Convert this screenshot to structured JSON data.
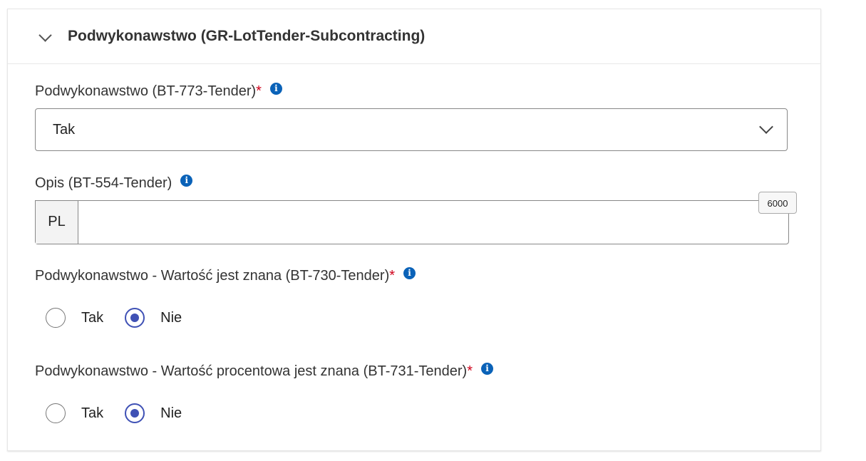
{
  "section": {
    "title": "Podwykonawstwo (GR-LotTender-Subcontracting)"
  },
  "fields": [
    {
      "label": "Podwykonawstwo (BT-773-Tender)",
      "required": "*",
      "value": "Tak"
    },
    {
      "label": "Opis (BT-554-Tender)",
      "language": "PL",
      "counter": "6000",
      "value": ""
    },
    {
      "label": "Podwykonawstwo - Wartość jest znana (BT-730-Tender)",
      "required": "*",
      "options": [
        "Tak",
        "Nie"
      ],
      "selected": "Nie"
    },
    {
      "label": "Podwykonawstwo - Wartość procentowa jest znana (BT-731-Tender)",
      "required": "*",
      "options": [
        "Tak",
        "Nie"
      ],
      "selected": "Nie"
    }
  ],
  "info_glyph": "i",
  "colors": {
    "accent": "#3f51b5",
    "info": "#0a62b8",
    "required": "#d0021b"
  }
}
